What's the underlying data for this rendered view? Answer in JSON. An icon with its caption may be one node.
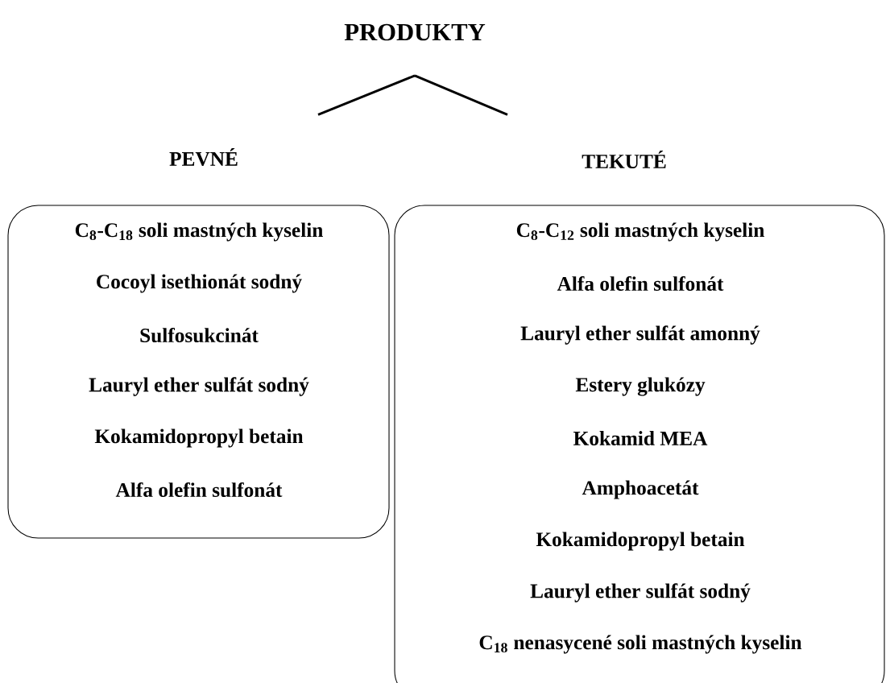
{
  "diagram": {
    "nodes": [
      {
        "text": [
          "PRODUKTY"
        ]
      },
      {
        "text": [
          "PEVNÉ",
          "C$_{8}$-C$_{18}$ soli mastných kyselin",
          "Cocoyl isethionát sodný",
          "Sulfosukcinát",
          "Lauryl ether sulfát sodný",
          "Kokamidopropyl betain",
          "Alfa olefin sulfonát"
        ]
      },
      {
        "text": [
          "TEKUTÉ",
          "C$_{8}$-C$_{12}$ soli mastných kyselin",
          "Alfa olefin sulfonát",
          "Lauryl ether sulfát amonný",
          "Estery glukózy",
          "Kokamid MEA",
          "Amphoacetát",
          "Kokamidopropyl betain",
          "Lauryl ether sulfát sodný",
          "C$_{18}$  nenasycené soli mastných kyselin"
        ]
      }
    ],
    "edges": [
      {
        "from": 0,
        "to": 1,
        "arrow": "none"
      },
      {
        "from": 0,
        "to": 2,
        "arrow": "none"
      }
    ]
  }
}
